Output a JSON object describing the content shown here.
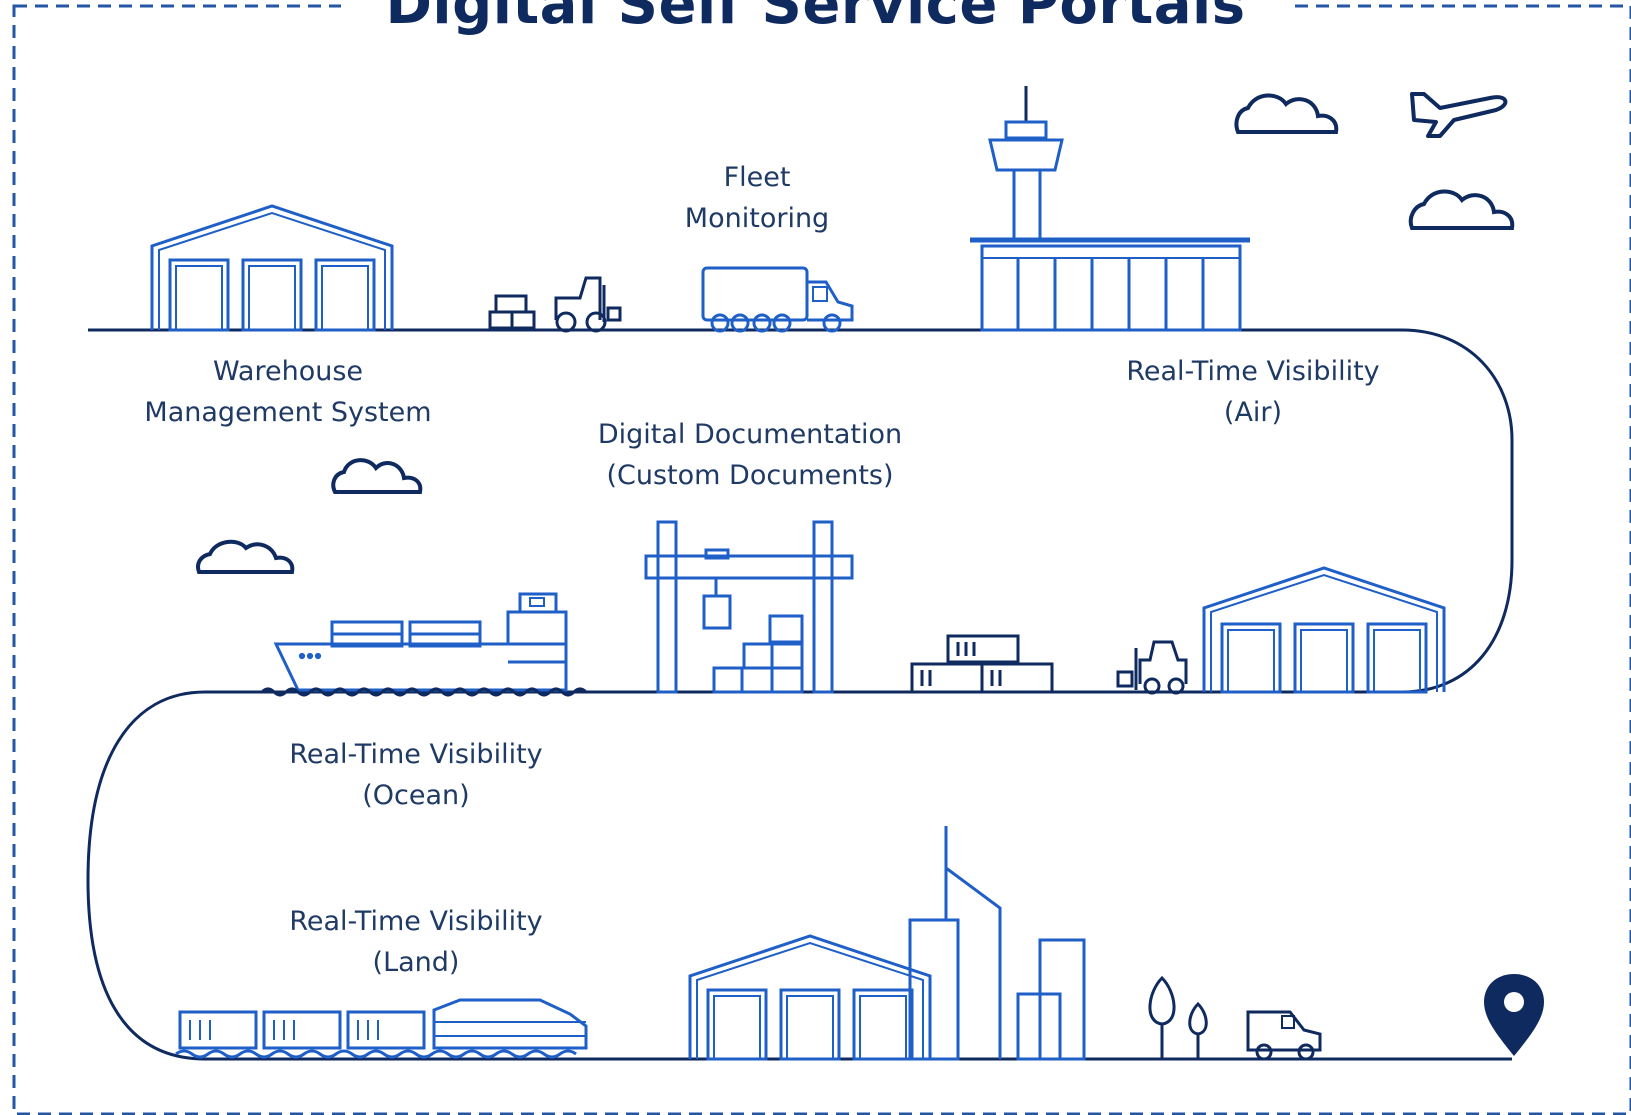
{
  "title": "Digital Self Service Portals",
  "colors": {
    "navy": "#0f2a5f",
    "blue": "#1f5fc8",
    "label": "#1f3a64",
    "frame": "#2456a6"
  },
  "labels": {
    "fleet": [
      "Fleet",
      "Monitoring"
    ],
    "warehouse": [
      "Warehouse",
      "Management System"
    ],
    "air": [
      "Real-Time Visibility",
      "(Air)"
    ],
    "documentation": [
      "Digital Documentation",
      "(Custom Documents)"
    ],
    "ocean": [
      "Real-Time Visibility",
      "(Ocean)"
    ],
    "land": [
      "Real-Time Visibility",
      "(Land)"
    ]
  },
  "icons": [
    "warehouse-icon",
    "container-stack-icon",
    "forklift-icon",
    "truck-icon",
    "control-tower-icon",
    "cloud-icon",
    "airplane-icon",
    "cargo-ship-icon",
    "gantry-crane-icon",
    "train-icon",
    "city-buildings-icon",
    "tree-icon",
    "van-icon",
    "location-pin-icon"
  ]
}
